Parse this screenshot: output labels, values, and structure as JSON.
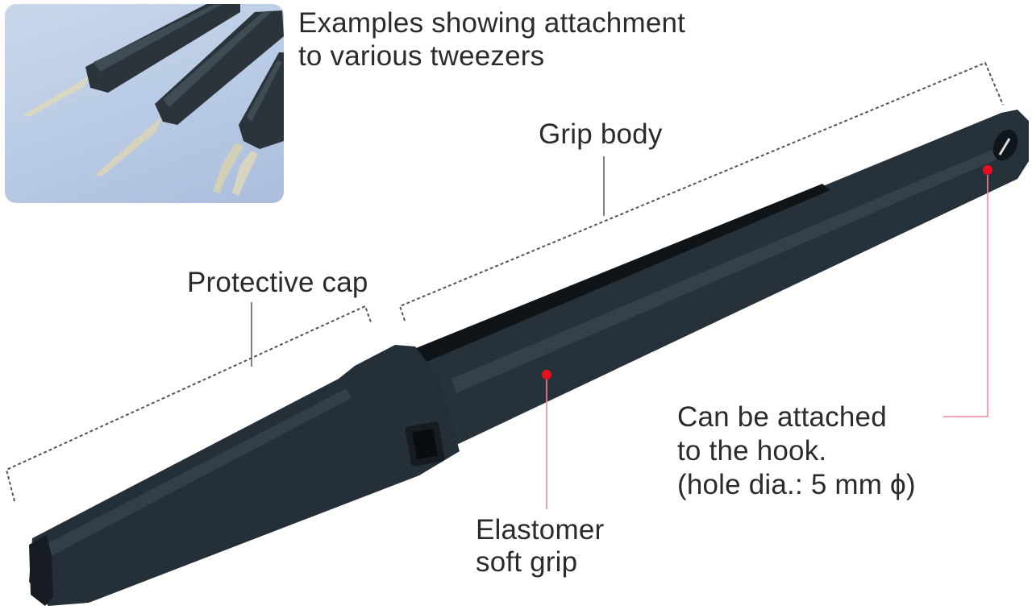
{
  "inset": {
    "caption_lines": [
      "Examples showing attachment",
      "to various tweezers"
    ],
    "background_color": "#bccde6",
    "tweezer_count": 3
  },
  "callouts": {
    "grip_body": {
      "label": "Grip body",
      "line_style": "dashed-bracket"
    },
    "protective_cap": {
      "label": "Protective cap",
      "line_style": "dashed-bracket"
    },
    "soft_grip": {
      "label_lines": [
        "Elastomer",
        "soft grip"
      ],
      "marker_color": "#e8101e",
      "leader_color": "#f08a97"
    },
    "hook_hole": {
      "label_lines": [
        "Can be attached",
        "to the hook.",
        "(hole dia.: 5 mm ϕ)"
      ],
      "marker_color": "#e8101e",
      "leader_color": "#f08a97"
    }
  },
  "product": {
    "body_color": "#263038",
    "highlight_color": "#3b4853"
  }
}
